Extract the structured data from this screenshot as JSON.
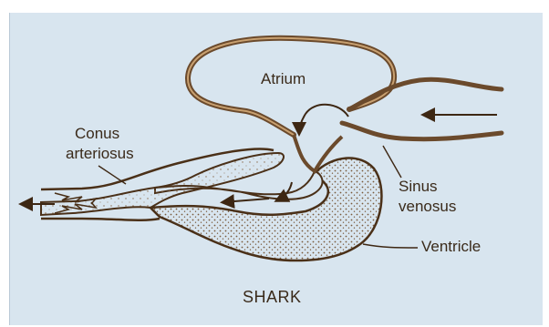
{
  "diagram": {
    "labels": {
      "atrium": "Atrium",
      "conus_line1": "Conus",
      "conus_line2": "arteriosus",
      "sinus_line1": "Sinus",
      "sinus_line2": "venosus",
      "ventricle": "Ventricle"
    },
    "caption": "SHARK",
    "colors": {
      "panel_bg": "#d8e5ef",
      "wall": "#6b4a2c",
      "wall_dark": "#3d2713",
      "text": "#3a2a1a"
    }
  }
}
